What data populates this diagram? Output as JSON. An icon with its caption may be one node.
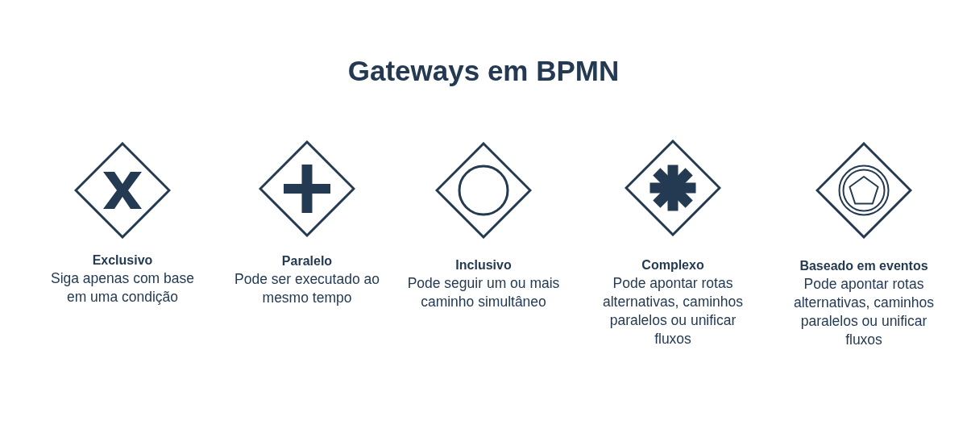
{
  "diagram": {
    "title": "Gateways em BPMN",
    "nodes": [
      {
        "text": [
          "Exclusivo",
          "Siga apenas com base em uma condição"
        ]
      },
      {
        "text": [
          "Paralelo",
          "Pode ser executado ao mesmo tempo"
        ]
      },
      {
        "text": [
          "Inclusivo",
          "Pode seguir um ou mais caminho simultâneo"
        ]
      },
      {
        "text": [
          "Complexo",
          "Pode apontar rotas alternativas, caminhos paralelos ou unificar fluxos"
        ]
      },
      {
        "text": [
          "Baseado em eventos",
          "Pode apontar rotas alternativas, caminhos paralelos ou unificar fluxos"
        ]
      }
    ]
  }
}
